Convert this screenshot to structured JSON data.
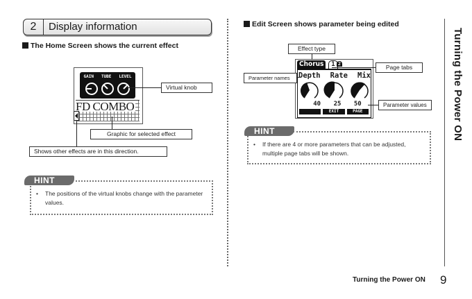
{
  "left": {
    "section": {
      "number": "2",
      "title": "Display information"
    },
    "subheading": "The Home Screen shows the current effect",
    "home_screen": {
      "knob_labels": [
        "GAIN",
        "TUBE",
        "LEVEL"
      ],
      "effect_name": "FD COMBO"
    },
    "callouts": {
      "virtual_knob": "Virtual knob",
      "graphic": "Graphic for selected effect",
      "direction": "Shows other effects are in this direction."
    },
    "hint": {
      "label": "HINT",
      "text": "The positions of the virtual knobs change with the parameter values."
    }
  },
  "right": {
    "subheading": "Edit Screen shows parameter being edited",
    "edit_screen": {
      "effect_type": "Chorus",
      "page_tab": "1",
      "page_tab_2": "2",
      "param_names": [
        "Depth",
        "Rate",
        "Mix"
      ],
      "param_values": [
        "40",
        "25",
        "50"
      ],
      "soft_keys": [
        "",
        "EXIT",
        "PAGE"
      ]
    },
    "callouts": {
      "effect_type": "Effect type",
      "page_tabs": "Page tabs",
      "param_names": "Parameter names",
      "param_values": "Parameter values"
    },
    "hint": {
      "label": "HINT",
      "text": "If there are 4 or more parameters that can be adjusted, multiple page tabs will be shown."
    }
  },
  "sidebar": {
    "title": "Turning the Power ON"
  },
  "footer": {
    "title": "Turning the Power ON",
    "page_number": "9"
  }
}
